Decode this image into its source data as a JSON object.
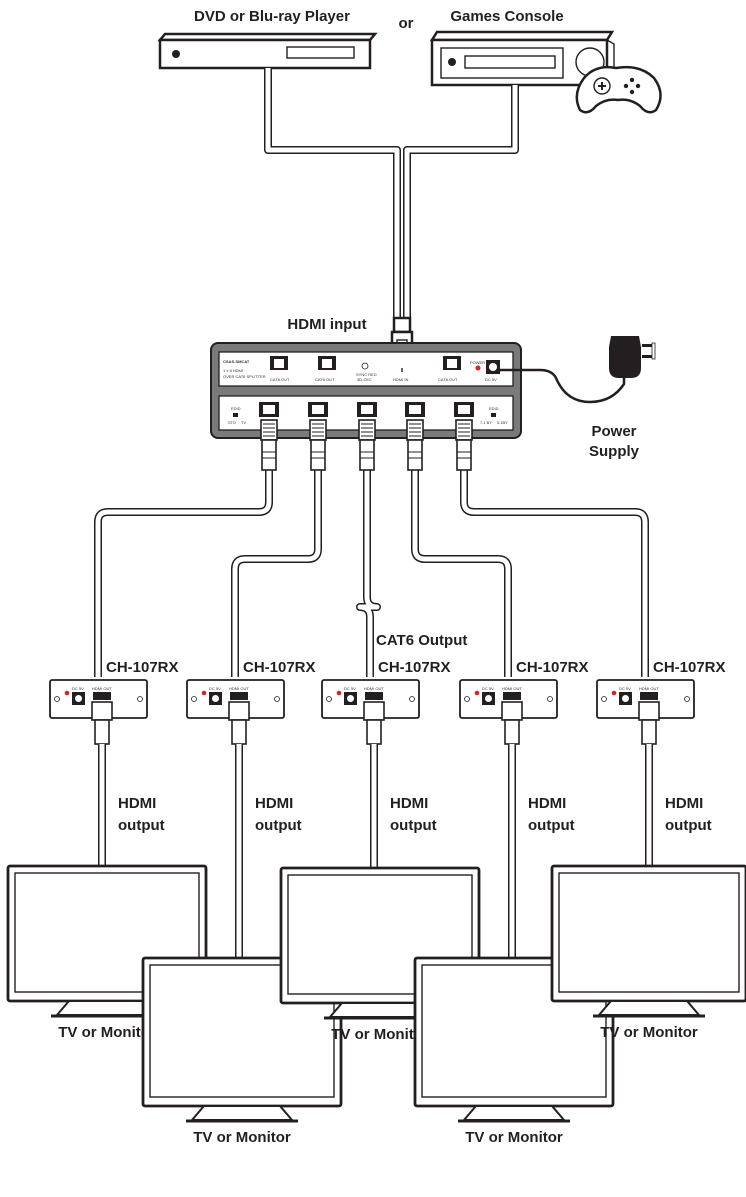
{
  "labels": {
    "dvd_player": "DVD or Blu-ray Player",
    "or": "or",
    "games_console": "Games Console",
    "hdmi_input": "HDMI input",
    "power_supply_line1": "Power",
    "power_supply_line2": "Supply",
    "cat6_output": "CAT6 Output",
    "hdmi_output_line1": "HDMI",
    "hdmi_output_line2": "output",
    "tv_or_monitor": "TV or Monitor"
  },
  "splitter": {
    "model": "CSAS-SMCAT",
    "description_line1": "1 x 8 HDMI",
    "description_line2": "OVER CAT6 SPLITTER",
    "cat6_out": "CAT6 OUT",
    "sync": "SYNC RED",
    "sync2": "3D-CEC",
    "hdmi_in": "HDMI IN",
    "power": "POWER",
    "dc": "DC 5V",
    "edid": "EDID",
    "std": "STD",
    "tv": "TV",
    "edid_right_a": "7.1 BY",
    "edid_right_b": "5.1BY"
  },
  "receivers": [
    {
      "model": "CH-107RX"
    },
    {
      "model": "CH-107RX"
    },
    {
      "model": "CH-107RX"
    },
    {
      "model": "CH-107RX"
    },
    {
      "model": "CH-107RX"
    }
  ],
  "receiver_ports": {
    "dc": "DC 5V",
    "hdmi_out": "HDMI OUT"
  }
}
